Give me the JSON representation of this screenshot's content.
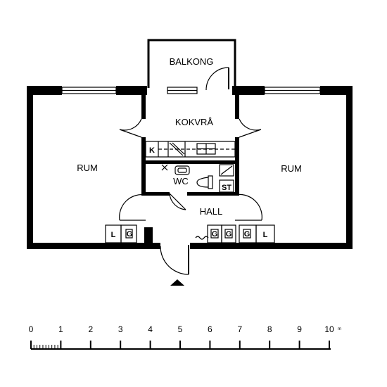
{
  "rooms": {
    "balkong": "BALKONG",
    "kokvra": "KOKVRÅ",
    "rum_left": "RUM",
    "rum_right": "RUM",
    "wc": "WC",
    "hall": "HALL",
    "st": "ST",
    "k": "K"
  },
  "cabinets": {
    "left": [
      "L",
      "G"
    ],
    "right": [
      "G",
      "G",
      "G",
      "L"
    ]
  },
  "scale": {
    "ticks": [
      "0",
      "1",
      "2",
      "3",
      "4",
      "5",
      "6",
      "7",
      "8",
      "9",
      "10"
    ],
    "unit": "m"
  },
  "entrance_icon": "entrance-arrow-icon"
}
